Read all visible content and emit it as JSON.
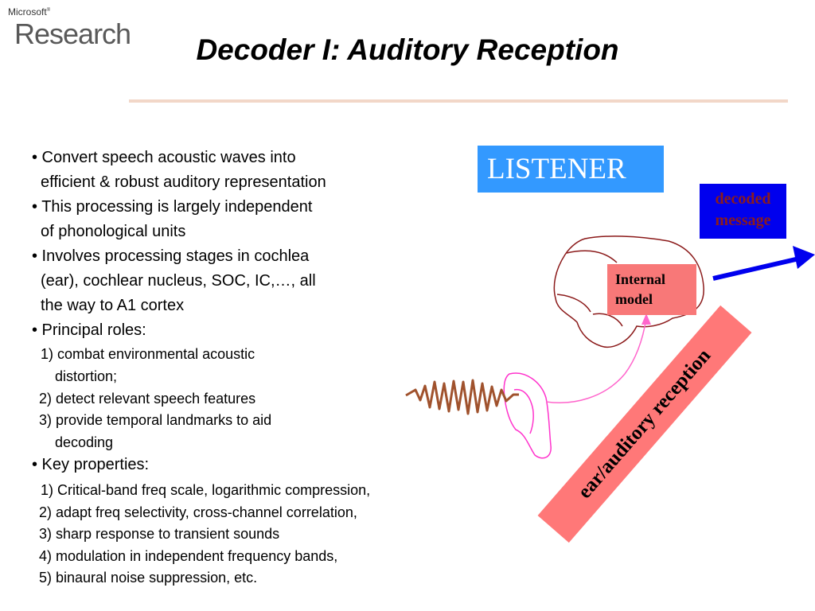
{
  "logo": {
    "microsoft": "Microsoft",
    "registered": "®",
    "research": "Research"
  },
  "title": "Decoder I: Auditory Reception",
  "bullets": [
    "• Convert speech acoustic waves into",
    "efficient & robust auditory representation",
    "• This processing is largely independent",
    "of phonological units",
    "• Involves processing stages in cochlea",
    "(ear), cochlear nucleus, SOC, IC,…, all",
    "the way to A1 cortex",
    "• Principal roles:",
    "1) combat environmental acoustic",
    "distortion;",
    "2) detect relevant speech features",
    "3) provide temporal landmarks to aid",
    "decoding",
    "• Key properties:",
    "1) Critical-band freq scale, logarithmic compression,",
    "2) adapt freq selectivity, cross-channel correlation,",
    "3) sharp response to transient sounds",
    "4) modulation in independent frequency bands,",
    "5) binaural noise suppression, etc."
  ],
  "diagram": {
    "listener": "LISTENER",
    "decoded_line1": "decoded",
    "decoded_line2": "message",
    "internal_line1": "Internal",
    "internal_line2": "model",
    "ear_label": "ear/auditory reception"
  },
  "colors": {
    "listener_bg": "#3399ff",
    "decoded_bg": "#0000ee",
    "internal_bg": "#f87878",
    "ear_bg": "#ff7878",
    "arrow": "#0000ee",
    "brain_outline": "#8b1a1a",
    "ear_outline": "#ff33cc",
    "wave": "#a0522d"
  }
}
